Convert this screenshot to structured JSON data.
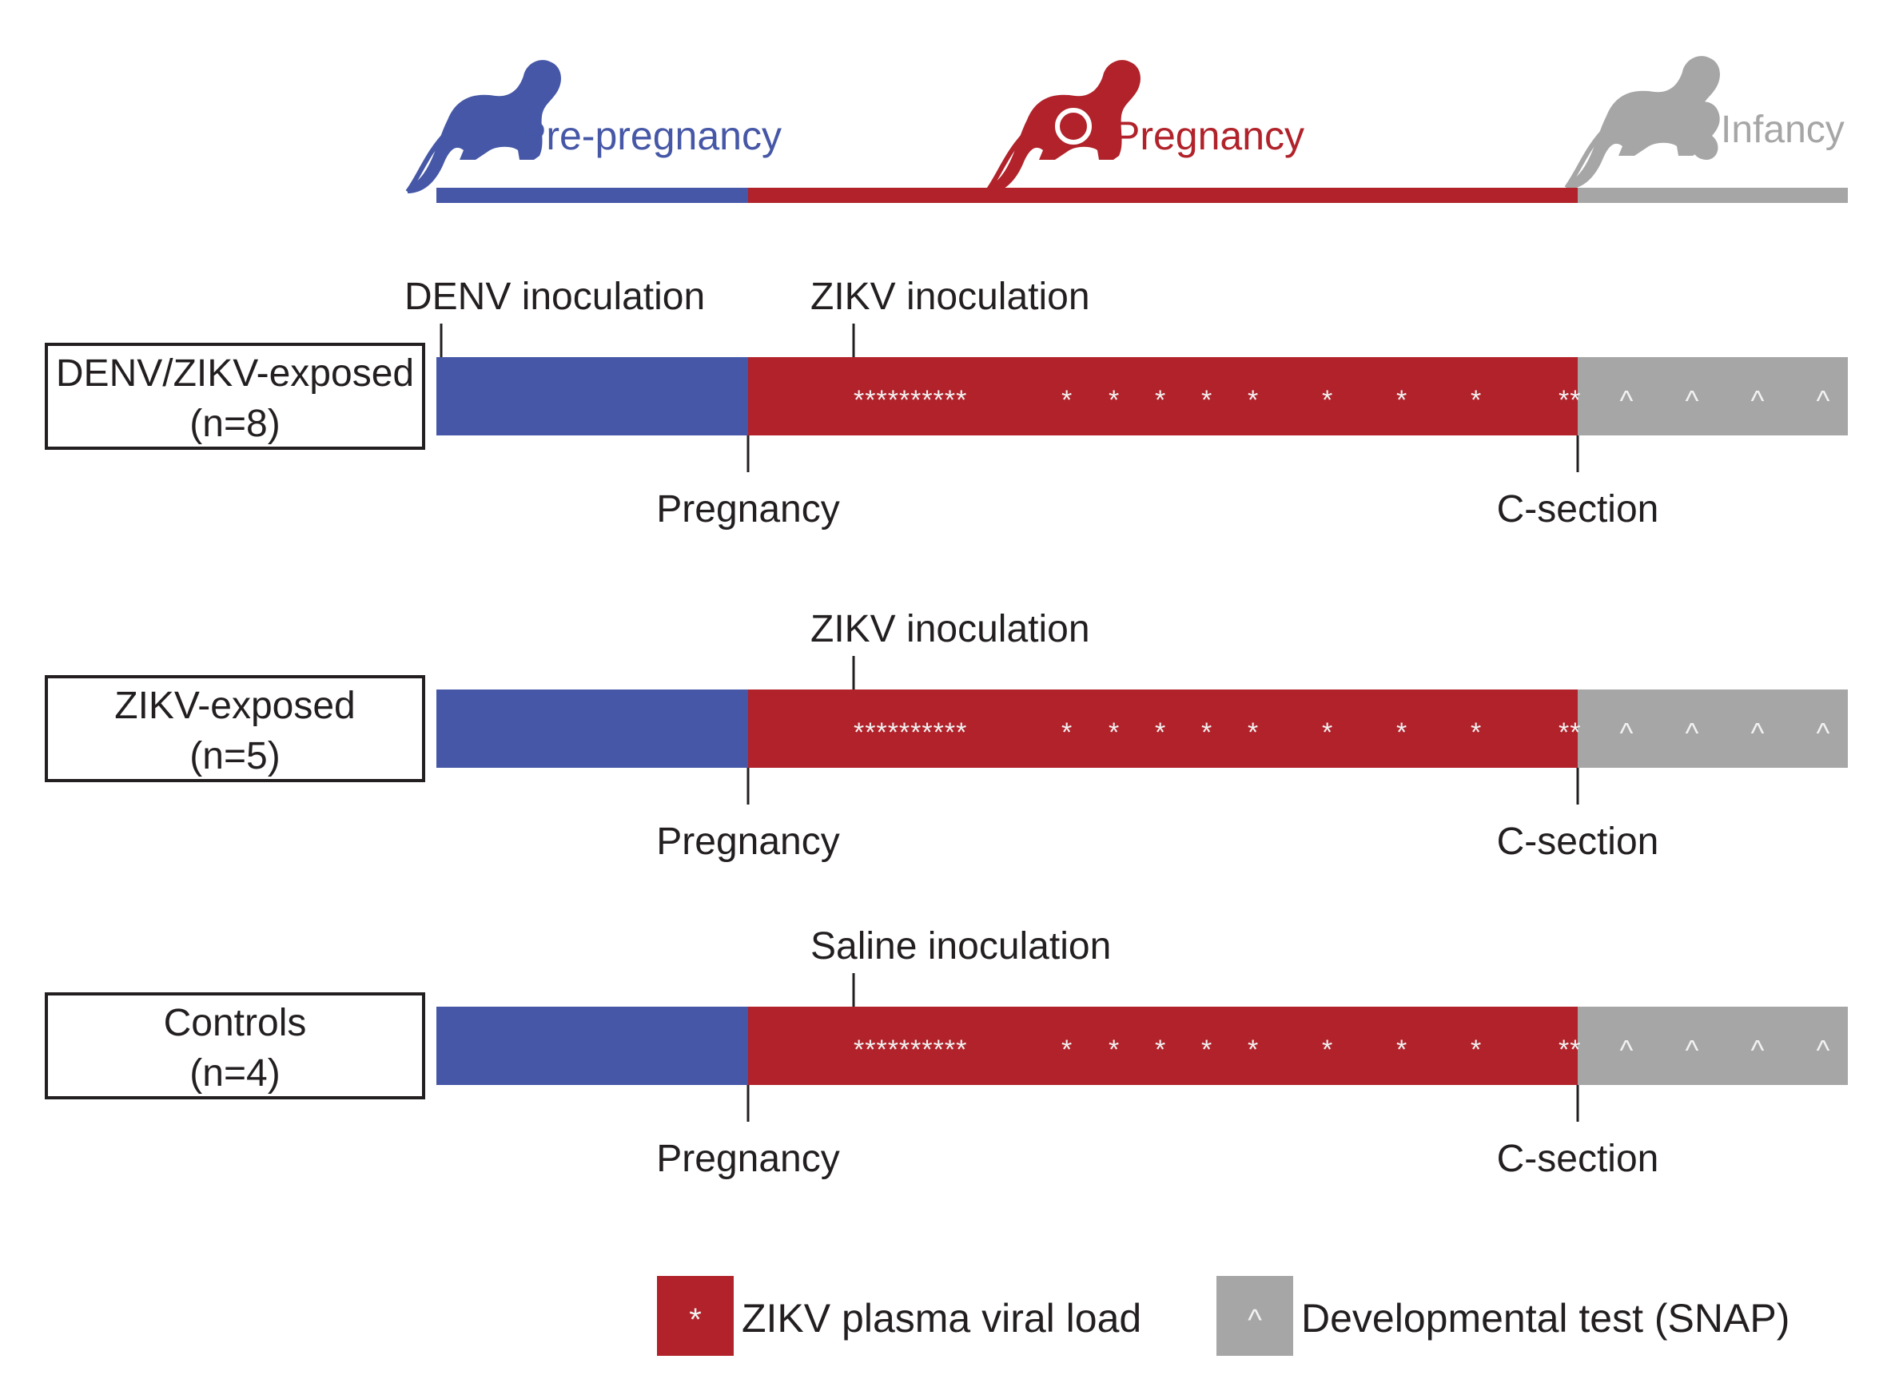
{
  "colors": {
    "pre_pregnancy": "#4557a6",
    "pregnancy": "#b1222a",
    "infancy": "#a6a6a6",
    "text": "#231f20",
    "marker": "#f2f2f2",
    "box_border": "#231f20"
  },
  "phases": [
    {
      "key": "pre_pregnancy",
      "label": "Pre-pregnancy",
      "icon": "monkey-icon"
    },
    {
      "key": "pregnancy",
      "label": "Pregnancy",
      "icon": "pregnant-monkey-icon"
    },
    {
      "key": "infancy",
      "label": "Infancy",
      "icon": "monkey-with-infant-icon"
    }
  ],
  "groups": [
    {
      "name": "DENV/ZIKV-exposed",
      "n": "(n=8)",
      "events_above": [
        {
          "label": "DENV inoculation",
          "at": "pre_pregnancy_start"
        },
        {
          "label": "ZIKV inoculation",
          "at": "pregnancy_inoculation"
        }
      ],
      "events_below": [
        {
          "label": "Pregnancy",
          "at": "pregnancy_start"
        },
        {
          "label": "C-section",
          "at": "c_section"
        }
      ]
    },
    {
      "name": "ZIKV-exposed",
      "n": "(n=5)",
      "events_above": [
        {
          "label": "ZIKV inoculation",
          "at": "pregnancy_inoculation"
        }
      ],
      "events_below": [
        {
          "label": "Pregnancy",
          "at": "pregnancy_start"
        },
        {
          "label": "C-section",
          "at": "c_section"
        }
      ]
    },
    {
      "name": "Controls",
      "n": "(n=4)",
      "events_above": [
        {
          "label": "Saline inoculation",
          "at": "pregnancy_inoculation"
        }
      ],
      "events_below": [
        {
          "label": "Pregnancy",
          "at": "pregnancy_start"
        },
        {
          "label": "C-section",
          "at": "c_section"
        }
      ]
    }
  ],
  "markers": {
    "viral_load_symbol": "*",
    "viral_load_runs": [
      "**********",
      "*",
      "*",
      "*",
      "*",
      "*",
      "*",
      "*",
      "*",
      "**"
    ],
    "snap_symbol": "^",
    "snap_count": 4
  },
  "legend": [
    {
      "symbol": "*",
      "color_key": "pregnancy",
      "label": "ZIKV plasma viral load"
    },
    {
      "symbol": "^",
      "color_key": "infancy",
      "label": "Developmental test (SNAP)"
    }
  ]
}
